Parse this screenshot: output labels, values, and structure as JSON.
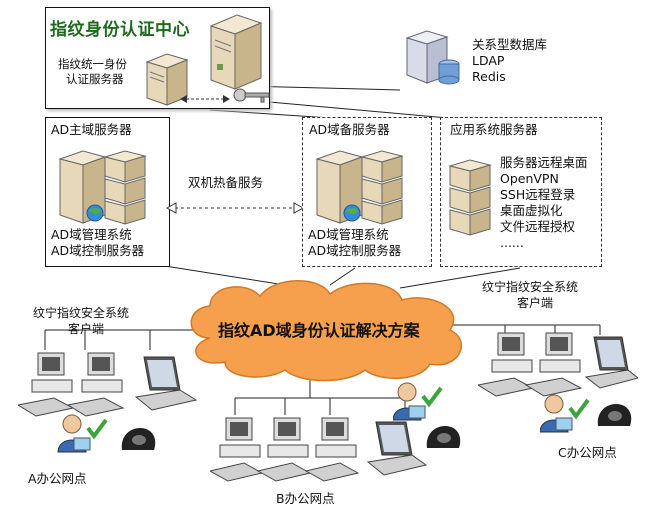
{
  "colors": {
    "cloud": "#f6a04d",
    "cloud_edge": "#d07a2a",
    "title_green": "#1e6b1e"
  },
  "center": {
    "title": "指纹身份认证中心",
    "server_label_l1": "指纹统一身份",
    "server_label_l2": "认证服务器"
  },
  "database": {
    "lines": [
      "关系型数据库",
      "LDAP",
      "Redis"
    ]
  },
  "ad_primary": {
    "title": "AD主域服务器",
    "line1": "AD域管理系统",
    "line2": "AD域控制服务器"
  },
  "ad_backup": {
    "title": "AD域备服务器",
    "line1": "AD域管理系统",
    "line2": "AD域控制服务器"
  },
  "hot_backup": "双机热备服务",
  "app_servers": {
    "title": "应用系统服务器",
    "items": [
      "服务器远程桌面",
      "OpenVPN",
      "SSH远程登录",
      "桌面虚拟化",
      "文件远程授权",
      "......"
    ]
  },
  "cloud": {
    "title": "指纹AD域身份认证解决方案"
  },
  "client_left": {
    "l1": "纹宁指纹安全系统",
    "l2": "客户端"
  },
  "client_right": {
    "l1": "纹宁指纹安全系统",
    "l2": "客户端"
  },
  "sites": {
    "a": "A办公网点",
    "b": "B办公网点",
    "c": "C办公网点"
  },
  "icons": [
    "server-icon",
    "database-icon",
    "key-icon",
    "desktop-computer-icon",
    "laptop-icon",
    "user-badge-icon",
    "checkmark-icon",
    "fingerprint-scanner-icon",
    "globe-icon"
  ]
}
